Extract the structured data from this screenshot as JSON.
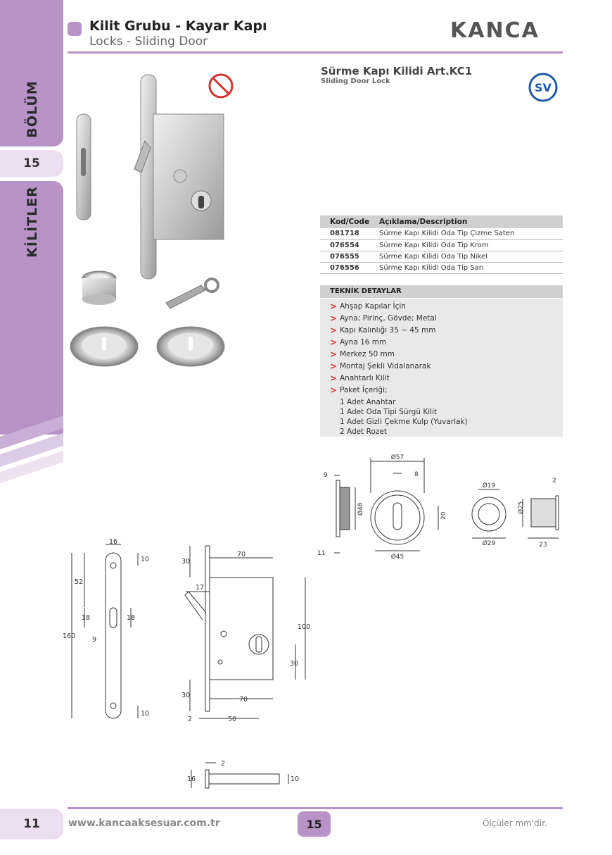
{
  "sidebar": {
    "section_label": "BÖLÜM",
    "section_number": "15",
    "category_label": "KİLİTLER"
  },
  "header": {
    "title_tr": "Kilit Grubu - Kayar Kapı",
    "title_en": "Locks - Sliding Door",
    "brand": "KANCA"
  },
  "product": {
    "title": "Sürme Kapı Kilidi Art.KC1",
    "subtitle": "Sliding Door Lock",
    "brand_mark": "SV"
  },
  "code_table": {
    "headers": [
      "Kod/Code",
      "Açıklama/Description"
    ],
    "rows": [
      {
        "code": "081718",
        "description": "Sürme Kapı Kilidi Oda Tip Çizme Saten"
      },
      {
        "code": "076554",
        "description": "Sürme Kapı Kilidi Oda Tip Krom"
      },
      {
        "code": "076555",
        "description": "Sürme Kapı Kilidi Oda Tip Nikel"
      },
      {
        "code": "076556",
        "description": "Sürme Kapı Kilidi Oda Tip Sarı"
      }
    ]
  },
  "technical": {
    "heading": "TEKNİK DETAYLAR",
    "items": [
      "Ahşap Kapılar İçin",
      "Ayna; Pirinç, Gövde; Metal",
      "Kapı Kalınlığı 35 ~ 45 mm",
      "Ayna 16 mm",
      "Merkez 50 mm",
      "Montaj Şekli Vidalanarak",
      "Anahtarlı Kilit",
      "Paket İçeriği;"
    ],
    "package": [
      "1 Adet Anahtar",
      "1 Adet Oda Tipi Sürgü Kilit",
      "1 Adet Gizli Çekme Kulp (Yuvarlak)",
      "2 Adet Rozet"
    ]
  },
  "dimensions": {
    "rosette": {
      "d57": "Ø57",
      "d8": "8",
      "d48": "Ø48",
      "d20": "20",
      "d45": "Ø45",
      "w9": "9",
      "w11": "11"
    },
    "cup": {
      "d19": "Ø19",
      "d29": "Ø29",
      "d25": "Ø25",
      "w2": "2",
      "w23": "23"
    },
    "faceplate": {
      "w16": "16",
      "d10a": "10",
      "d52": "52",
      "d18a": "18",
      "d18b": "18",
      "d9": "9",
      "d160": "160",
      "d10b": "10"
    },
    "lockbody": {
      "d70a": "70",
      "d30a": "30",
      "d17": "17",
      "d100": "100",
      "d30b": "30",
      "d30c": "30",
      "d70b": "70",
      "d2": "2",
      "d50": "50"
    },
    "side": {
      "d2": "2",
      "d16": "16",
      "d10": "10"
    }
  },
  "footer": {
    "page_left": "11",
    "url": "www.kancaaksesuar.com.tr",
    "page_mid": "15",
    "note": "Ölçüler mm'dir."
  }
}
